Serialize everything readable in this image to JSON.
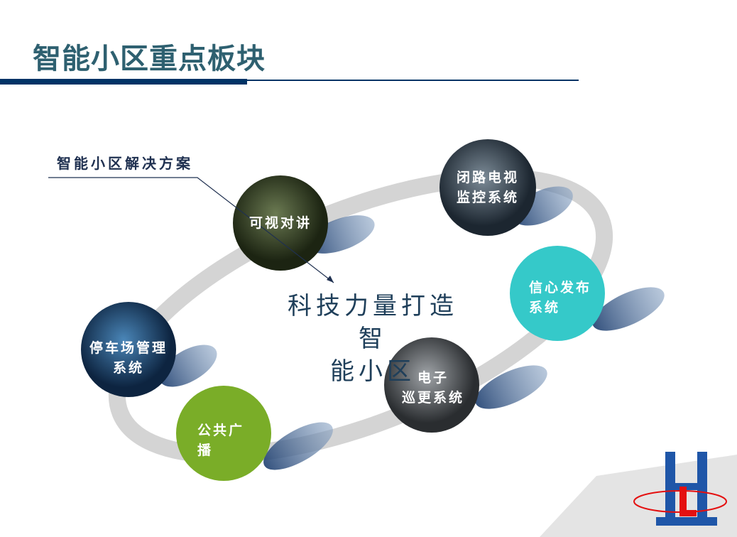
{
  "title": "智能小区重点板块",
  "annotation": "智能小区解决方案",
  "center_text": [
    "科技力量打造智",
    "能小区"
  ],
  "modules": [
    {
      "lines": [
        "可视对讲"
      ],
      "color": "#3d4a2a"
    },
    {
      "lines": [
        "闭路电视",
        "监控系统"
      ],
      "color": "#3a4d5c"
    },
    {
      "lines": [
        "信心发布",
        "系统"
      ],
      "color": "#35c9c9"
    },
    {
      "lines": [
        "电子",
        "巡更系统"
      ],
      "color": "#5a5e62"
    },
    {
      "lines": [
        "公共广",
        "播"
      ],
      "color": "#7aad28"
    },
    {
      "lines": [
        "停车场管理",
        "系统"
      ],
      "color": "#1e4f7c"
    }
  ],
  "colors": {
    "accent": "#003366",
    "title": "#2e6070"
  }
}
